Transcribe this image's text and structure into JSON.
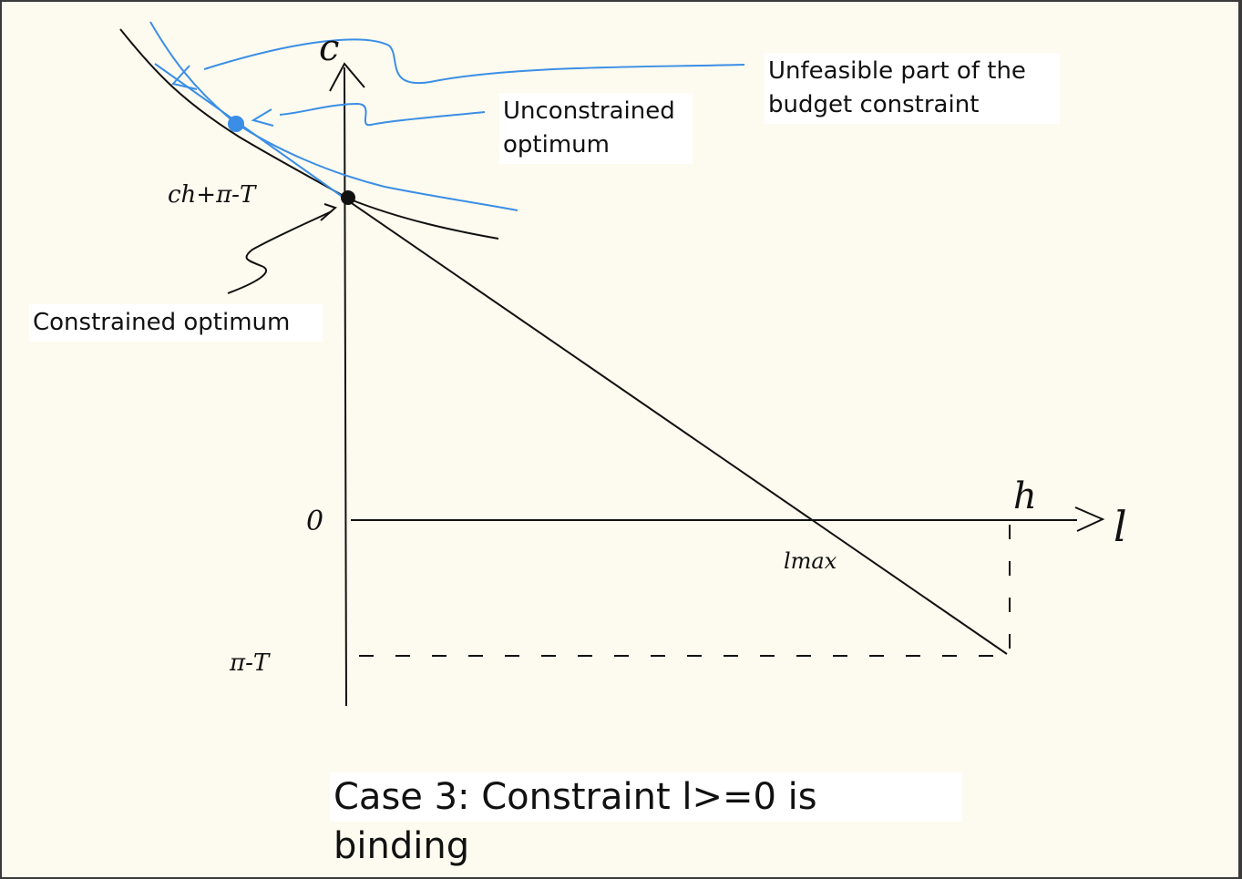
{
  "labels": {
    "unfeasible": "Unfeasible part of the\nbudget constraint",
    "unconstrained": "Unconstrained\noptimum",
    "constrained": "Constrained optimum"
  },
  "axes": {
    "y_label": "c",
    "x_label": "l",
    "h_label": "h",
    "origin_label": "0",
    "intercept_label": "ch+π-T",
    "lower_label": "π-T",
    "lmax_label": "lmax"
  },
  "caption": "Case 3: Constraint l>=0 is binding",
  "colors": {
    "ink": "#111111",
    "annotation_blue": "#3b8ee6",
    "background": "#fdfbef"
  }
}
